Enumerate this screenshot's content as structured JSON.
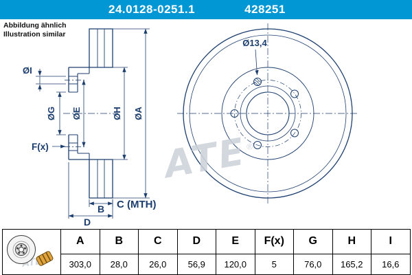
{
  "header": {
    "part_number": "24.0128-0251.1",
    "ref_number": "428251"
  },
  "note": {
    "line1": "Abbildung ähnlich",
    "line2": "Illustration similar"
  },
  "drawing": {
    "dim_i": "ØI",
    "dim_g": "ØG",
    "dim_e": "ØE",
    "dim_h": "ØH",
    "dim_a": "ØA",
    "f_label": "F(x)",
    "b_label": "B",
    "c_label": "C (MTH)",
    "d_label": "D",
    "hole_dia": "Ø13,4",
    "watermark": "ATE",
    "reg_mark": "®"
  },
  "table": {
    "headers": [
      "A",
      "B",
      "C",
      "D",
      "E",
      "F(x)",
      "G",
      "H",
      "I"
    ],
    "values": [
      "303,0",
      "28,0",
      "26,0",
      "56,9",
      "120,0",
      "5",
      "76,0",
      "165,2",
      "16,6"
    ]
  },
  "colors": {
    "header_bg": "#0097d4",
    "line": "#1c3e6f",
    "watermark": "#ccd2d9",
    "table_border": "#000000"
  }
}
